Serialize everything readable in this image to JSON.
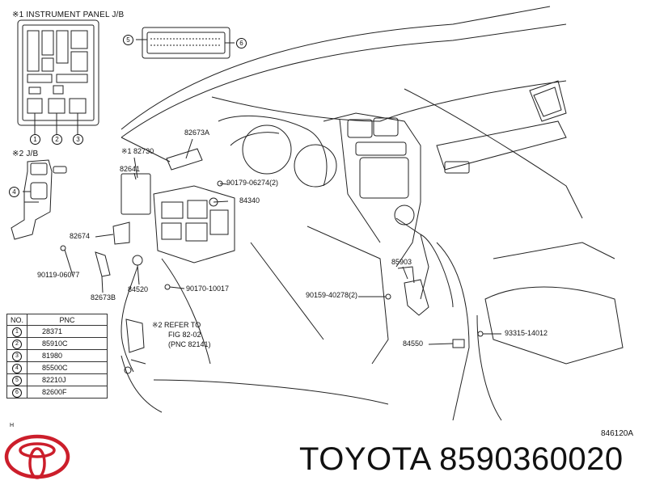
{
  "diagram": {
    "instrument_panel_title": "※1 INSTRUMENT PANEL J/B",
    "jb2_title": "※2  J/B",
    "diagram_code": "846120A",
    "h_mark": "H",
    "callout_numbers": [
      "1",
      "2",
      "3",
      "4",
      "5",
      "6"
    ],
    "part_labels": {
      "p82673A": "82673A",
      "p82730": "※1 82730",
      "p82641": "82641",
      "p90179": "90179-06274(2)",
      "p84340": "84340",
      "p82674": "82674",
      "p90119": "90119-06077",
      "p82673B": "82673B",
      "p84520": "84520",
      "p90170": "90170-10017",
      "refer_line1": "※2  REFER TO",
      "refer_line2": "FIG   82-02",
      "refer_line3": "(PNC 82141)",
      "p85903": "85903",
      "p90159": "90159-40278(2)",
      "p93315": "93315-14012",
      "p84550": "84550"
    }
  },
  "pnc_table": {
    "headers": [
      "NO.",
      "PNC"
    ],
    "rows": [
      {
        "no": "1",
        "pnc": "28371"
      },
      {
        "no": "2",
        "pnc": "85910C"
      },
      {
        "no": "3",
        "pnc": "81980"
      },
      {
        "no": "4",
        "pnc": "85500C"
      },
      {
        "no": "5",
        "pnc": "82210J"
      },
      {
        "no": "6",
        "pnc": "82600F"
      }
    ]
  },
  "footer": {
    "brand_text": "TOYOTA 8590360020",
    "logo_color": "#cc1e2b"
  },
  "icons": [
    "toyota-logo-icon"
  ]
}
